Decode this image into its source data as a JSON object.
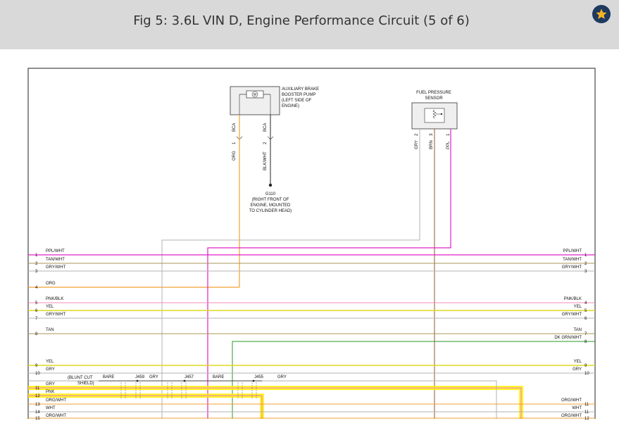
{
  "header": {
    "title": "Fig 5: 3.6L VIN D, Engine Performance Circuit (5 of 6)",
    "favorite_icon": "star-icon",
    "accent_color": "#1f3a60",
    "star_color": "#f5b323"
  },
  "components": {
    "brake_pump": {
      "label_lines": [
        "AUXILIARY BRAKE",
        "BOOSTER PUMP",
        "(LEFT SIDE OF",
        "ENGINE)"
      ],
      "motor_symbol": "M",
      "pins": [
        {
          "connector": "BCA",
          "number": "1",
          "wire": "ORG"
        },
        {
          "connector": "BCA",
          "number": "2",
          "wire": "BLK/WHT"
        }
      ]
    },
    "fuel_sensor": {
      "label_lines": [
        "FUEL PRESSURE",
        "SENSOR"
      ],
      "pins": [
        {
          "number": "2",
          "wire": "GRY"
        },
        {
          "number": "3",
          "wire": "BRN"
        },
        {
          "number": "1",
          "wire": "PPL"
        }
      ]
    },
    "ground": {
      "id": "G110",
      "label_lines": [
        "(RIGHT FRONT OF",
        "ENGINE, MOUNTED",
        "TO CYLINDER HEAD)"
      ]
    }
  },
  "left_connector": [
    {
      "pin": "1",
      "wire": "PPL/WHT"
    },
    {
      "pin": "2",
      "wire": "TAN/WHT"
    },
    {
      "pin": "3",
      "wire": "GRY/WHT"
    },
    {
      "pin": "4",
      "wire": "ORG"
    },
    {
      "pin": "5",
      "wire": "PNK/BLK"
    },
    {
      "pin": "6",
      "wire": "YEL"
    },
    {
      "pin": "7",
      "wire": "GRY/WHT"
    },
    {
      "pin": "8",
      "wire": "TAN"
    },
    {
      "pin": "9",
      "wire": "YEL"
    },
    {
      "pin": "10",
      "wire": "GRY"
    },
    {
      "pin": "11",
      "wire": "GRY"
    },
    {
      "pin": "12",
      "wire": "PNK"
    },
    {
      "pin": "13",
      "wire": "ORG/WHT"
    },
    {
      "pin": "14",
      "wire": "WHT"
    },
    {
      "pin": "15",
      "wire": "ORG/WHT"
    }
  ],
  "right_connector": [
    {
      "pin": "1",
      "wire": "PPL/WHT"
    },
    {
      "pin": "2",
      "wire": "TAN/WHT"
    },
    {
      "pin": "3",
      "wire": "GRY/WHT"
    },
    {
      "pin": "4",
      "wire": "PNK/BLK"
    },
    {
      "pin": "5",
      "wire": "YEL"
    },
    {
      "pin": "6",
      "wire": "GRY/WHT"
    },
    {
      "pin": "7",
      "wire": "TAN"
    },
    {
      "pin": "8",
      "wire": "DK GRN/WHT"
    },
    {
      "pin": "9",
      "wire": "YEL"
    },
    {
      "pin": "10",
      "wire": "GRY"
    },
    {
      "pin": "11",
      "wire": "ORG/WHT"
    },
    {
      "pin": "11",
      "wire": "WHT"
    },
    {
      "pin": "12",
      "wire": "ORG/WHT"
    }
  ],
  "junctions": {
    "shield_lines": [
      "(BLUNT CUT",
      "SHIELD)"
    ],
    "labels": [
      "BARE",
      "J459",
      "GRY",
      "J457",
      "BARE",
      "J455",
      "GRY"
    ]
  },
  "wire_colors": {
    "PPL": "#e020c8",
    "TAN": "#a89458",
    "GRY": "#b3b3b3",
    "ORG": "#f0a030",
    "PNK": "#f08cb4",
    "YEL": "#e0d820",
    "BRN": "#8c5a28",
    "DK_GRN": "#2a9a2a",
    "BLK": "#222222",
    "highlight": "#fff200"
  }
}
